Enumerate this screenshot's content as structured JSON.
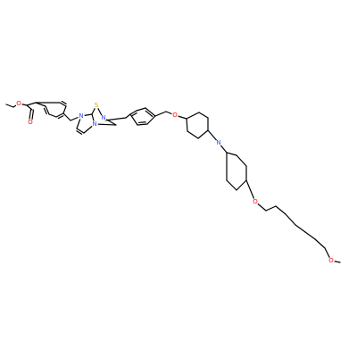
{
  "colors": {
    "carbon_bond": "#000000",
    "O": "#ff0d0d",
    "N": "#3050f8",
    "S": "#c8a000"
  },
  "atoms": [
    {
      "id": "o_ester_single",
      "element": "O",
      "label": "O"
    },
    {
      "id": "o_carbonyl",
      "element": "O",
      "label": "O"
    },
    {
      "id": "n_imidazole",
      "element": "N",
      "label": "N"
    },
    {
      "id": "s_thiadiazole",
      "element": "S",
      "label": "S"
    },
    {
      "id": "n_bridgehead",
      "element": "N",
      "label": "N"
    },
    {
      "id": "n_thiadiazole",
      "element": "N",
      "label": "N"
    },
    {
      "id": "o_aryl_ether",
      "element": "O",
      "label": "O"
    },
    {
      "id": "n_piperidine",
      "element": "N",
      "label": "N"
    },
    {
      "id": "o_cyclohexyl_ether",
      "element": "O",
      "label": "O"
    },
    {
      "id": "o_methoxy",
      "element": "O",
      "label": "O"
    }
  ]
}
